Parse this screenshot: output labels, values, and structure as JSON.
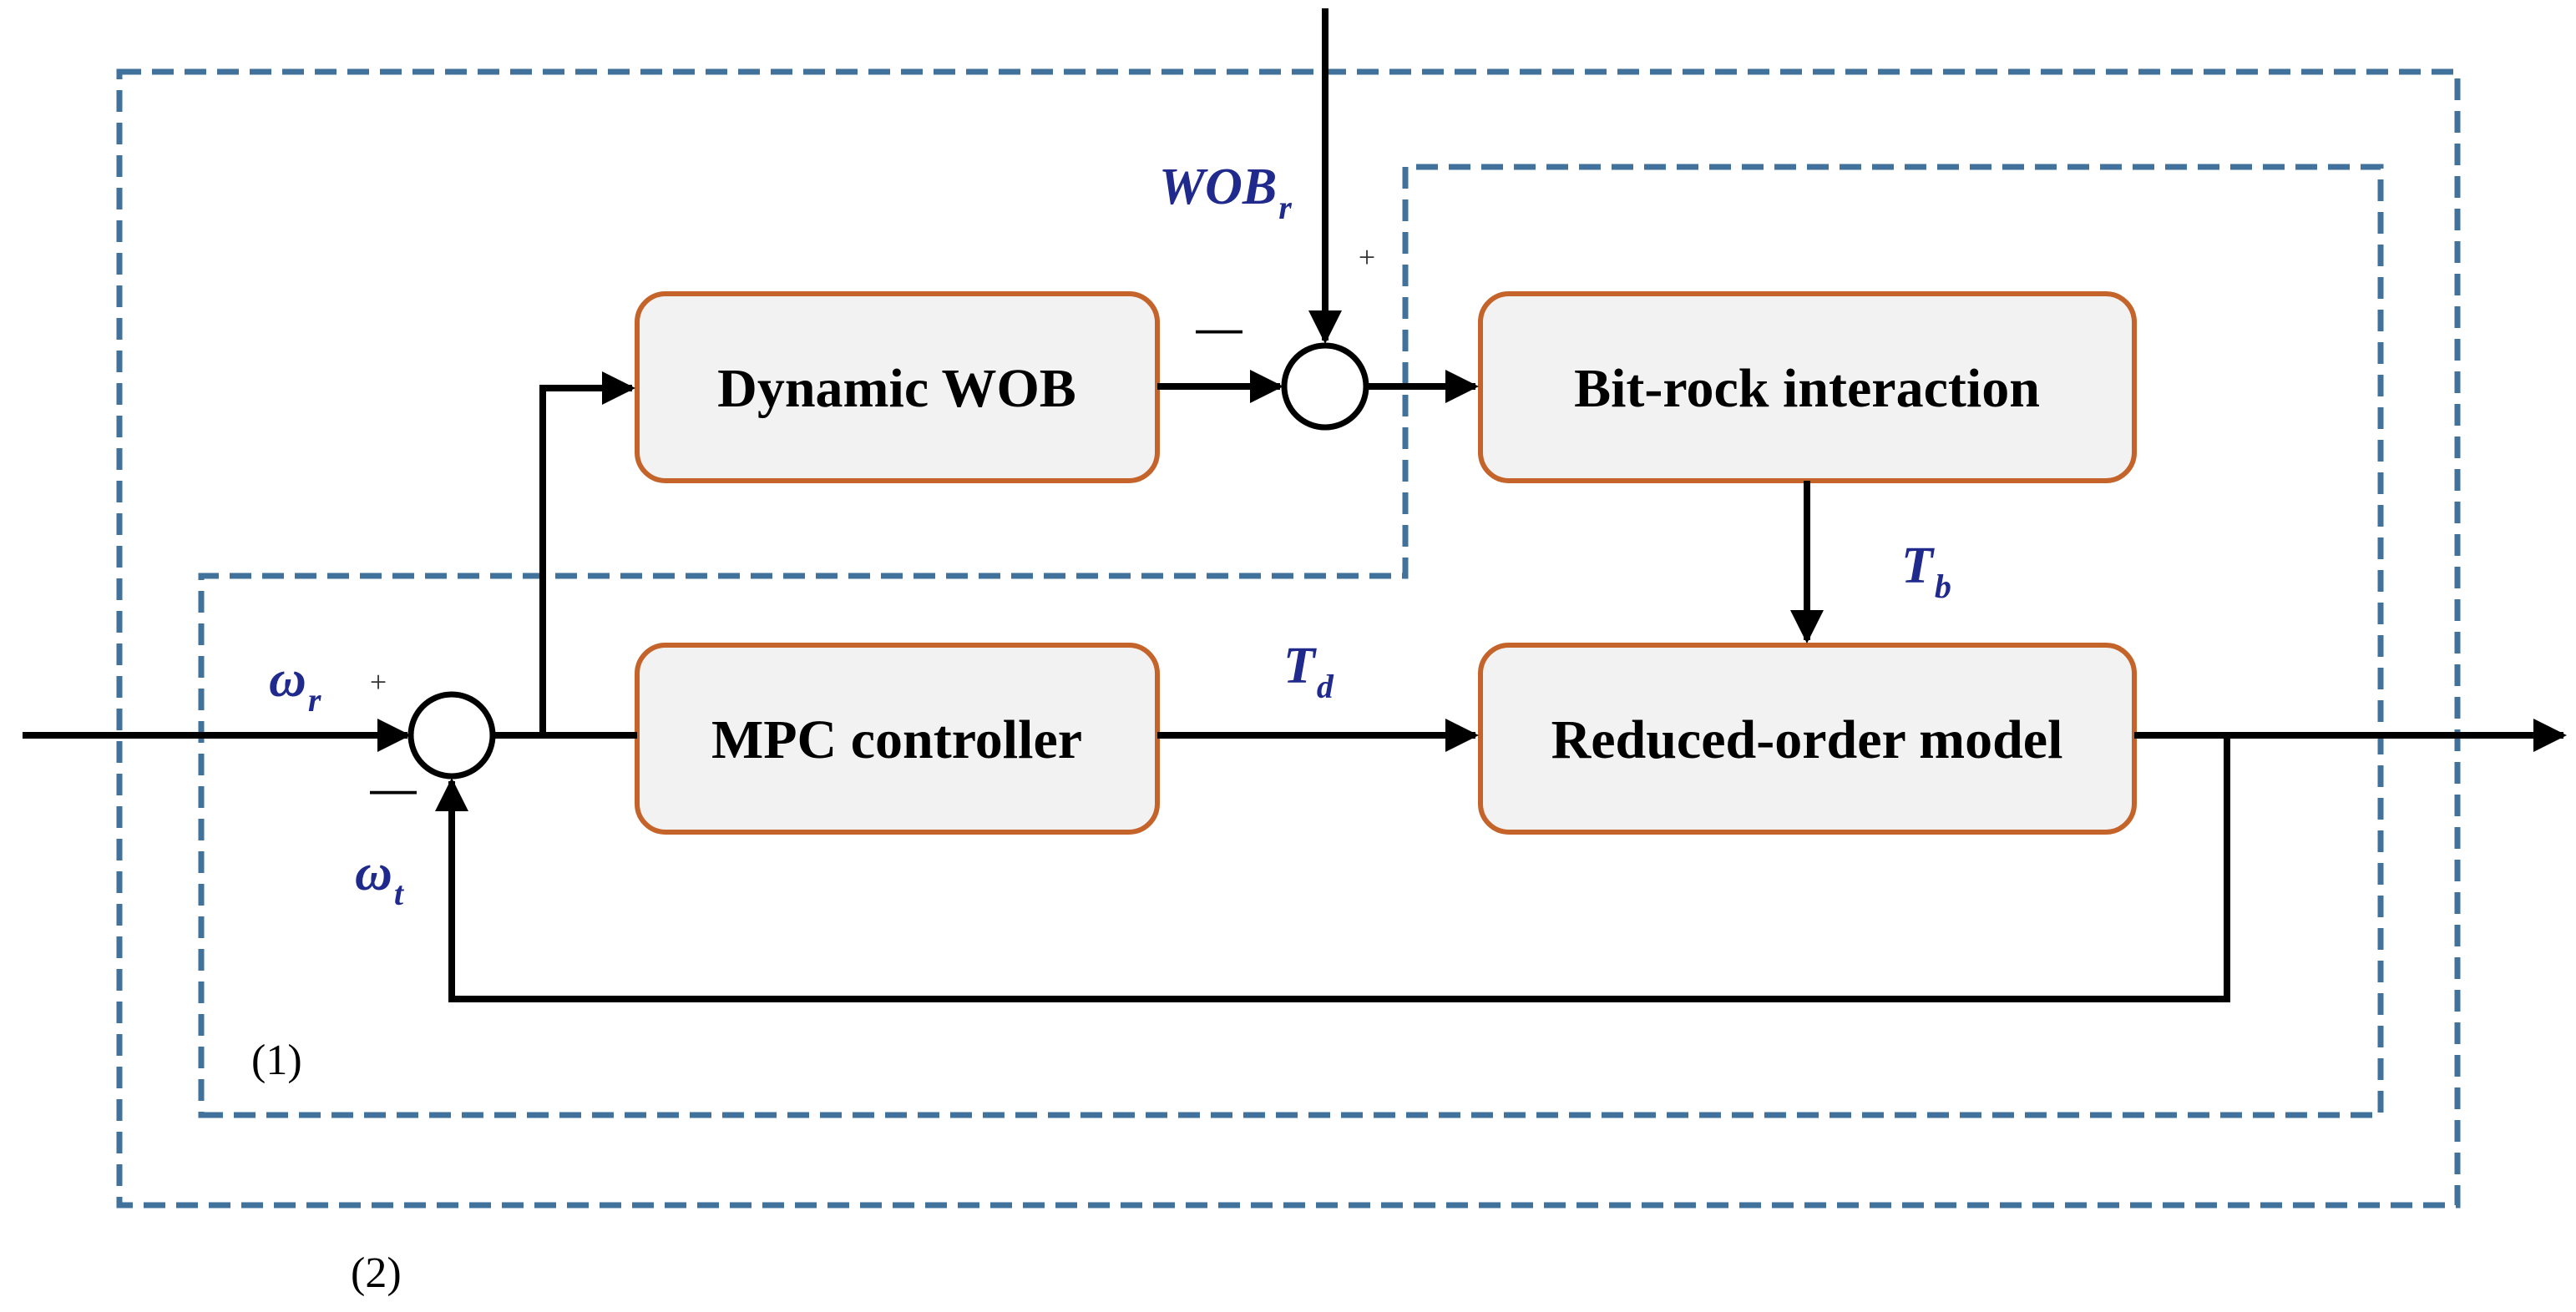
{
  "colors": {
    "block_border": "#c5642a",
    "block_fill": "#f2f2f2",
    "dashed_boundary": "#41729c",
    "signal_label": "#1f2a8c",
    "line": "#000000"
  },
  "blocks": {
    "dynamic_wob": "Dynamic WOB",
    "bit_rock": "Bit-rock interaction",
    "mpc": "MPC controller",
    "reduced_order": "Reduced-order model"
  },
  "signals": {
    "wob_r": {
      "main": "WOB",
      "sub": "r"
    },
    "omega_r": {
      "main": "ω",
      "sub": "r"
    },
    "omega_t": {
      "main": "ω",
      "sub": "t"
    },
    "t_d": {
      "main": "T",
      "sub": "d"
    },
    "t_b": {
      "main": "T",
      "sub": "b"
    }
  },
  "signs": {
    "plus": "+",
    "minus": "—"
  },
  "regions": {
    "inner": "(1)",
    "outer": "(2)"
  }
}
